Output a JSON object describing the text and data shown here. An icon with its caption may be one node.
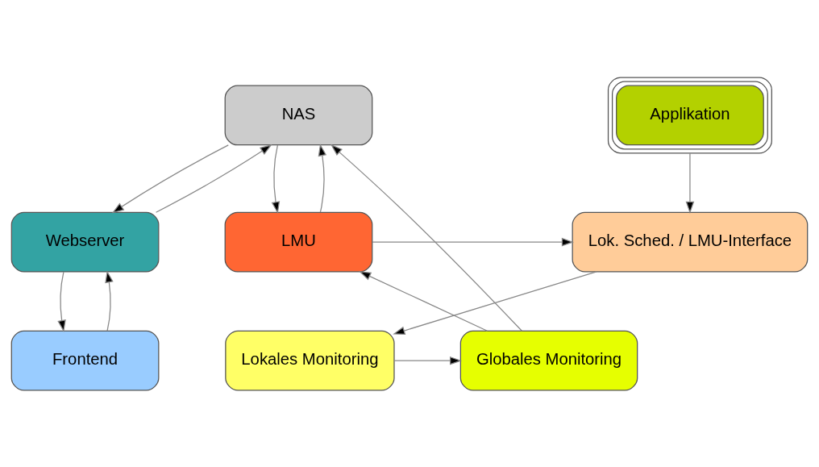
{
  "diagram": {
    "nodes": [
      {
        "text": [
          "NAS"
        ]
      },
      {
        "text": [
          "Applikation"
        ]
      },
      {
        "text": [
          "Webserver"
        ]
      },
      {
        "text": [
          "LMU"
        ]
      },
      {
        "text": [
          "Lok. Sched. / LMU-Interface"
        ]
      },
      {
        "text": [
          "Frontend"
        ]
      },
      {
        "text": [
          "Globales Monitoring"
        ]
      },
      {
        "text": [
          "Lokales Monitoring"
        ]
      }
    ],
    "edges": [
      {
        "from": 0,
        "to": 2,
        "arrow": "to"
      },
      {
        "from": 2,
        "to": 0,
        "arrow": "to"
      },
      {
        "from": 3,
        "to": 0,
        "arrow": "to"
      },
      {
        "from": 0,
        "to": 3,
        "arrow": "to"
      },
      {
        "from": 1,
        "to": 4,
        "arrow": "to"
      },
      {
        "from": 2,
        "to": 5,
        "arrow": "to"
      },
      {
        "from": 5,
        "to": 2,
        "arrow": "to"
      },
      {
        "from": 3,
        "to": 4,
        "arrow": "to"
      },
      {
        "from": 6,
        "to": 0,
        "arrow": "to"
      },
      {
        "from": 6,
        "to": 3,
        "arrow": "to"
      },
      {
        "from": 4,
        "to": 7,
        "arrow": "to"
      },
      {
        "from": 7,
        "to": 6,
        "arrow": "to"
      }
    ]
  }
}
